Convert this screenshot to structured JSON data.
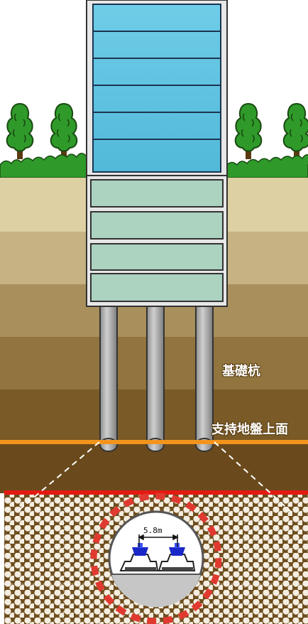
{
  "labels": {
    "foundation_pile": "基礎杭",
    "bearing_stratum": "支持地盤上面",
    "tunnel_width": "5.8m"
  },
  "colors": {
    "sky": "#ffffff",
    "building_glass": "#5fc4e2",
    "basement_glass": "#acd2c0",
    "pile": "#a9a9a9",
    "bearing_line": "#f3941c",
    "section_line": "#e83020",
    "tunnel_ring_dashes": "#e03a30",
    "train_marker": "#1a28c8"
  }
}
